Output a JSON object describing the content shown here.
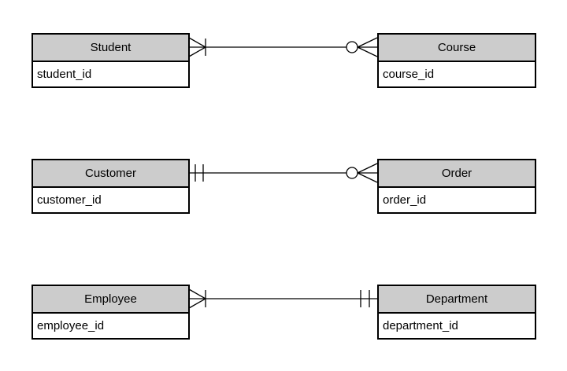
{
  "colors": {
    "background": "#ffffff",
    "entity_header_fill": "#cccccc",
    "entity_body_fill": "#ffffff",
    "border": "#000000",
    "connector_line": "#000000",
    "text": "#000000"
  },
  "entities": [
    {
      "name": "Student",
      "attributes": [
        "student_id"
      ]
    },
    {
      "name": "Course",
      "attributes": [
        "course_id"
      ]
    },
    {
      "name": "Customer",
      "attributes": [
        "customer_id"
      ]
    },
    {
      "name": "Order",
      "attributes": [
        "order_id"
      ]
    },
    {
      "name": "Employee",
      "attributes": [
        "employee_id"
      ]
    },
    {
      "name": "Department",
      "attributes": [
        "department_id"
      ]
    }
  ],
  "relationships": [
    {
      "from": "Student",
      "to": "Course",
      "from_cardinality": "one-or-many",
      "from_symbol": "crows-foot-with-bar",
      "to_cardinality": "zero-or-many",
      "to_symbol": "circle-with-crows-foot"
    },
    {
      "from": "Customer",
      "to": "Order",
      "from_cardinality": "exactly-one",
      "from_symbol": "double-bar",
      "to_cardinality": "zero-or-many",
      "to_symbol": "circle-with-crows-foot"
    },
    {
      "from": "Employee",
      "to": "Department",
      "from_cardinality": "one-or-many",
      "from_symbol": "crows-foot-with-bar",
      "to_cardinality": "exactly-one",
      "to_symbol": "double-bar"
    }
  ]
}
